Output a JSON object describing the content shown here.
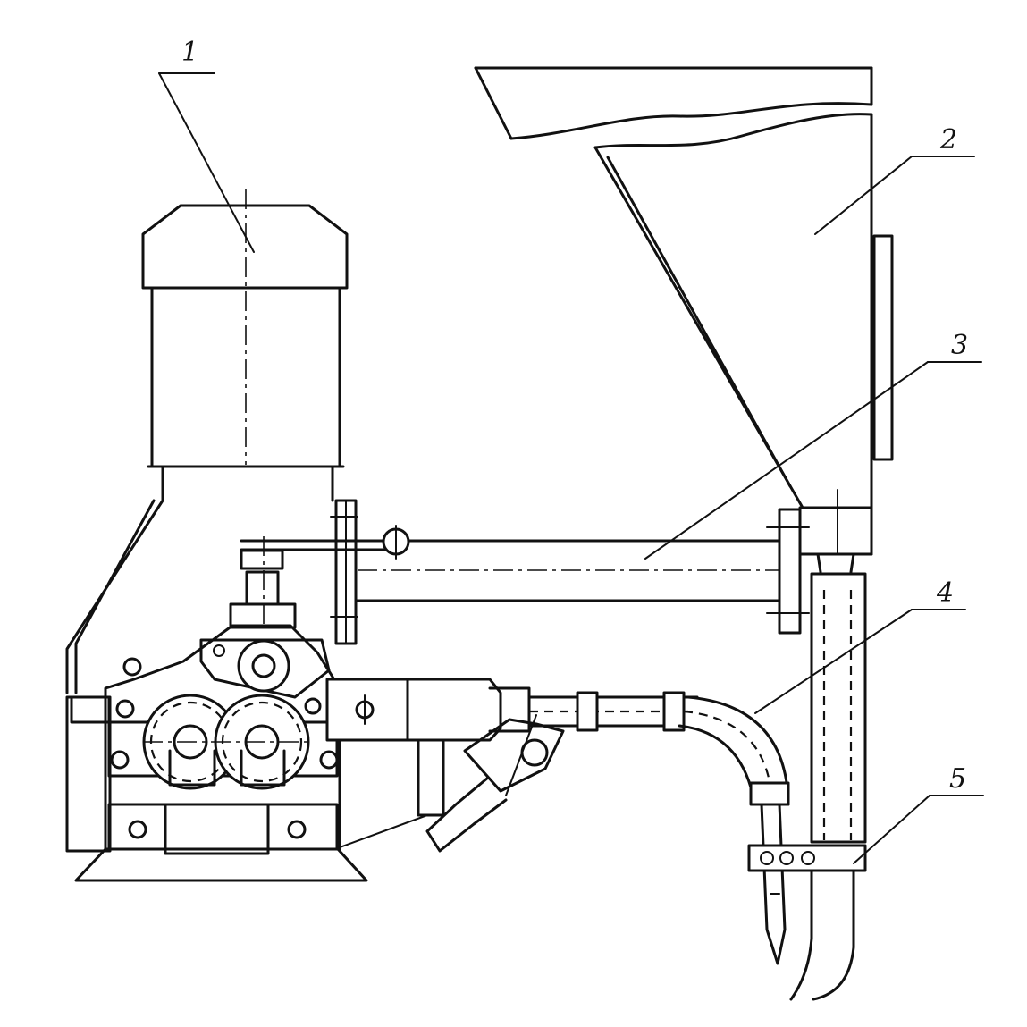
{
  "callouts": [
    {
      "key": "motor",
      "number": "1"
    },
    {
      "key": "hopper",
      "number": "2"
    },
    {
      "key": "feed-tube",
      "number": "3"
    },
    {
      "key": "nozzle-tube",
      "number": "4"
    },
    {
      "key": "clamp",
      "number": "5"
    }
  ],
  "colors": {
    "ink": "#111111",
    "paper": "#ffffff"
  }
}
